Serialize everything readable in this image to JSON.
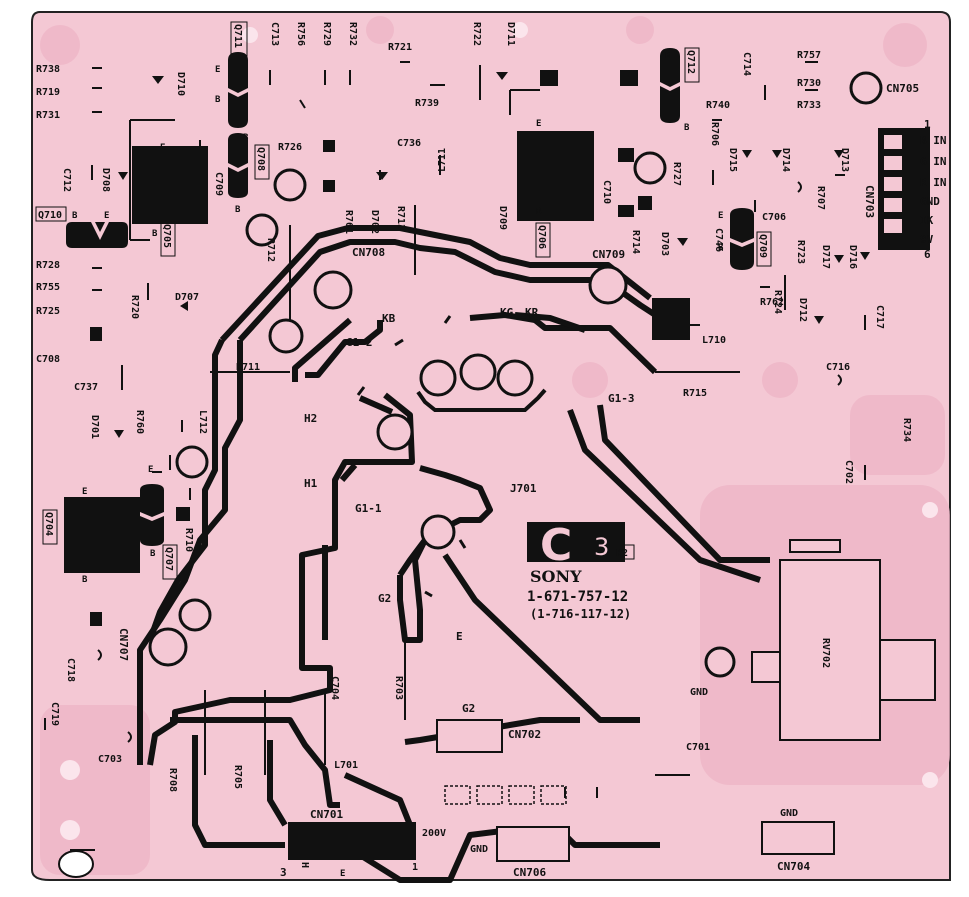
{
  "board": {
    "colors": {
      "board": "#f4c8d4",
      "trace": "#e8a9bc",
      "ink": "#111111",
      "edge": "#222222"
    },
    "logo": {
      "mark": "C",
      "number": "3",
      "revision": "R2",
      "brand": "SONY",
      "part_no": "1-671-757-12",
      "sub_part_no": "(1-716-117-12)"
    },
    "labels": {
      "R738": "R738",
      "R719": "R719",
      "R731": "R731",
      "C712": "C712",
      "D708": "D708",
      "D710": "D710",
      "C713": "C713",
      "R756": "R756",
      "R729": "R729",
      "R732": "R732",
      "R721": "R721",
      "R722": "R722",
      "D711": "D711",
      "C714": "C714",
      "R757": "R757",
      "R730": "R730",
      "R733": "R733",
      "CN705": "CN705",
      "R739": "R739",
      "R740": "R740",
      "R706": "R706",
      "R726": "R726",
      "C736": "C736",
      "C709": "C709",
      "L711": "L711",
      "R761": "R761",
      "D702": "D702",
      "R713": "R713",
      "D709": "D709",
      "C710": "C710",
      "R727": "R727",
      "D715": "D715",
      "D714": "D714",
      "D713": "D713",
      "R707": "R707",
      "C706": "C706",
      "C746": "C746",
      "R723": "R723",
      "D717": "D717",
      "D716": "D716",
      "R714": "R714",
      "D703": "D703",
      "R712": "R712",
      "CN708": "CN708",
      "CN709": "CN709",
      "R728": "R728",
      "R755": "R755",
      "R725": "R725",
      "R720": "R720",
      "D707": "D707",
      "KB": "KB",
      "KG": "KG",
      "KR": "KR",
      "R762": "R762",
      "R724": "R724",
      "D712": "D712",
      "C717": "C717",
      "L710": "L710",
      "C708": "C708",
      "C737": "C737",
      "G1-2": "G1-2",
      "R711": "R711",
      "R715": "R715",
      "G1-3": "G1-3",
      "C716": "C716",
      "D701": "D701",
      "R760": "R760",
      "L712": "L712",
      "H2": "H2",
      "R734": "R734",
      "C702": "C702",
      "H1": "H1",
      "G1-1": "G1-1",
      "J701": "J701",
      "R710": "R710",
      "CN707": "CN707",
      "G2": "G2",
      "E": "E",
      "C718": "C718",
      "R703": "R703",
      "C704": "C704",
      "RV702": "RV702",
      "GND": "GND",
      "C719": "C719",
      "CN702": "CN702",
      "C701": "C701",
      "C703": "C703",
      "R708": "R708",
      "R705": "R705",
      "L701": "L701",
      "CN701": "CN701",
      "200V": "200V",
      "CN706": "CN706",
      "CN704": "CN704",
      "3": "3",
      "H": "H",
      "1": "1",
      "B": "B",
      "Q711": "Q711",
      "Q708": "Q708",
      "Q712": "Q712",
      "Q710": "Q710",
      "Q705": "Q705",
      "Q706": "Q706",
      "Q709": "Q709",
      "Q704": "Q704",
      "Q707": "Q707",
      "CN703": "CN703",
      "B_IN": "B IN",
      "G_IN": "G IN",
      "R_IN": "R IN",
      "IK": "IK",
      "9V": "9V",
      "6": "6"
    }
  }
}
